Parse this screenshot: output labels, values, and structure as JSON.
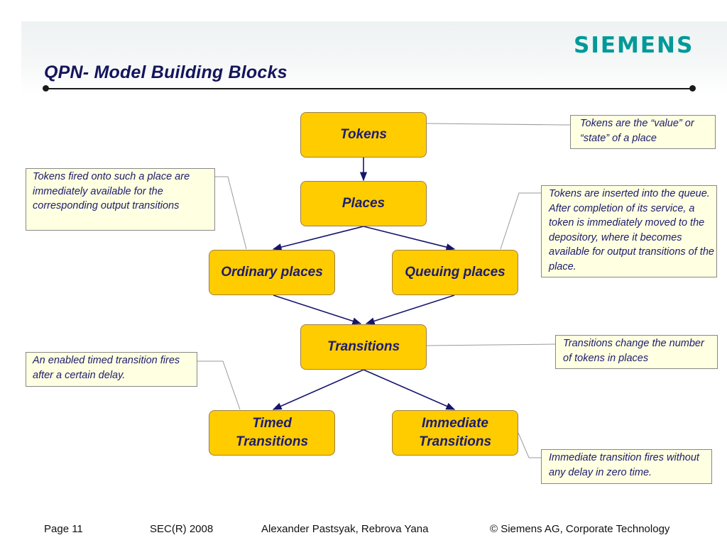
{
  "header": {
    "title": "QPN- Model Building Blocks",
    "logo_text": "SIEMENS",
    "logo_color": "#009999"
  },
  "diagram": {
    "nodes": {
      "tokens": "Tokens",
      "places": "Places",
      "ordinary_places": "Ordinary places",
      "queuing_places": "Queuing places",
      "transitions": "Transitions",
      "timed_transitions": "Timed Transitions",
      "immediate_transitions": "Immediate Transitions"
    },
    "notes": {
      "tokens": "Tokens are the “value” or “state” of a place",
      "ordinary_places": "Tokens  fired onto such a place are  immediately available for the corresponding output transitions",
      "queuing_places": "Tokens are inserted into the queue. After completion of its service, a token is immediately moved to the depository, where it becomes available for output transitions of the place.",
      "transitions": "Transitions change the number of tokens in places",
      "timed_transitions": "An enabled timed transition fires after a certain delay.",
      "immediate_transitions": "Immediate transition fires without any delay in zero time."
    },
    "colors": {
      "node_fill": "#ffcc00",
      "note_fill": "#ffffe1",
      "text": "#1c1c6e",
      "arrow": "#15156e"
    }
  },
  "footer": {
    "page": "Page 11",
    "event": "SEC(R) 2008",
    "authors": "Alexander Pastsyak, Rebrova Yana",
    "copyright": "© Siemens AG, Corporate Technology"
  }
}
